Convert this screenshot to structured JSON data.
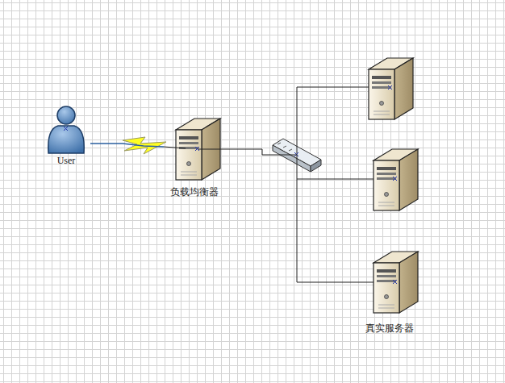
{
  "diagram": {
    "nodes": [
      {
        "text": [
          "User"
        ]
      },
      {
        "text": [
          "负载均衡器"
        ]
      },
      {
        "text": [
          "真实服务器"
        ]
      }
    ],
    "edges": [
      {
        "from": 0,
        "to": 1,
        "arrow": "none"
      },
      {
        "from": 1,
        "to": 2,
        "arrow": "none"
      }
    ]
  }
}
